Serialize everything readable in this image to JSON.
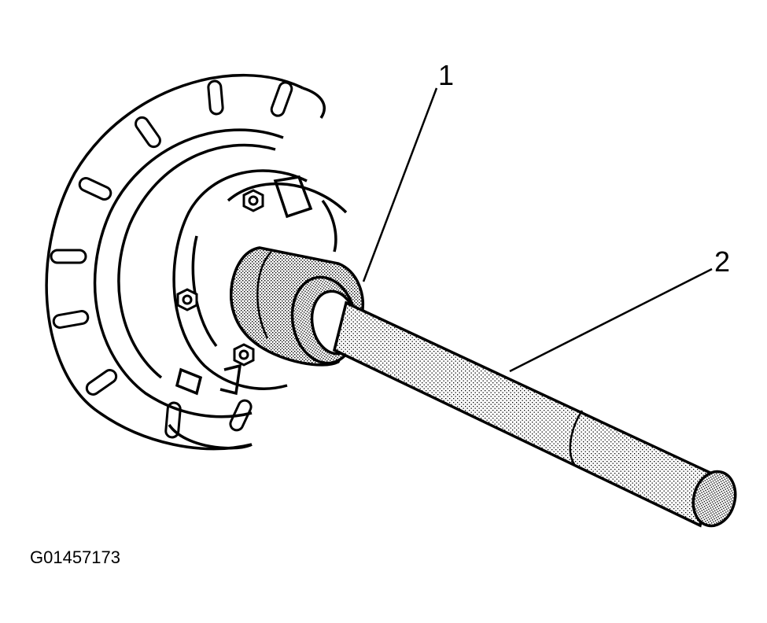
{
  "callouts": [
    {
      "number": "1"
    },
    {
      "number": "2"
    }
  ],
  "figure_id": "G01457173",
  "colors": {
    "line": "#000000",
    "background": "#ffffff",
    "stipple": "#000000"
  }
}
